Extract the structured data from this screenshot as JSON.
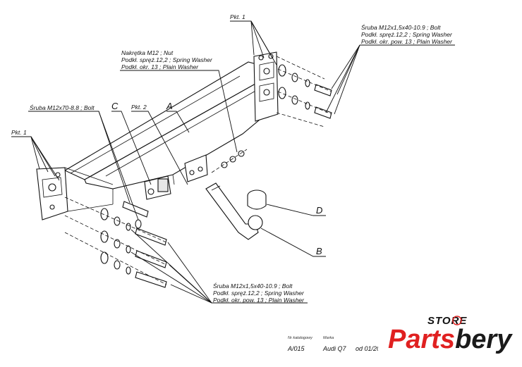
{
  "callouts": {
    "pkt1_top": "Pkt. 1",
    "pkt1_left": "Pkt. 1",
    "pkt2": "Pkt. 2",
    "letter_a": "A",
    "letter_b": "B",
    "letter_c": "C",
    "letter_d": "D",
    "nut_lines": [
      "Nakrętka  M12 ; Nut",
      "Podkł. spręż.12,2 ; Spring Washer",
      "Podkł. okr. 13 ; Plain Washer"
    ],
    "top_right_lines": [
      "Śruba M12x1,5x40-10.9 ;  Bolt",
      "Podkł. spręż.12,2 ; Spring Washer",
      "Podkł. okr. pow. 13 ; Plain Washer"
    ],
    "bolt_left": "Śruba M12x70-8.8 ;  Bolt",
    "bottom_lines": [
      "Śruba M12x1,5x40-10.9 ;  Bolt",
      "Podkł. spręż.12,2 ; Spring Washer",
      "Podkł. okr. pow. 13 ; Plain Washer"
    ]
  },
  "title_block": {
    "catalog_label": "Nr katalogowy",
    "catalog_value": "A/015",
    "make_label": "Marka",
    "make_value": "Audi Q7",
    "date_value": "od 01/20"
  },
  "logo": {
    "store": "STORE",
    "name": "Partsbery",
    "accent_color": "#e02020",
    "dark_color": "#1a1a1a"
  }
}
